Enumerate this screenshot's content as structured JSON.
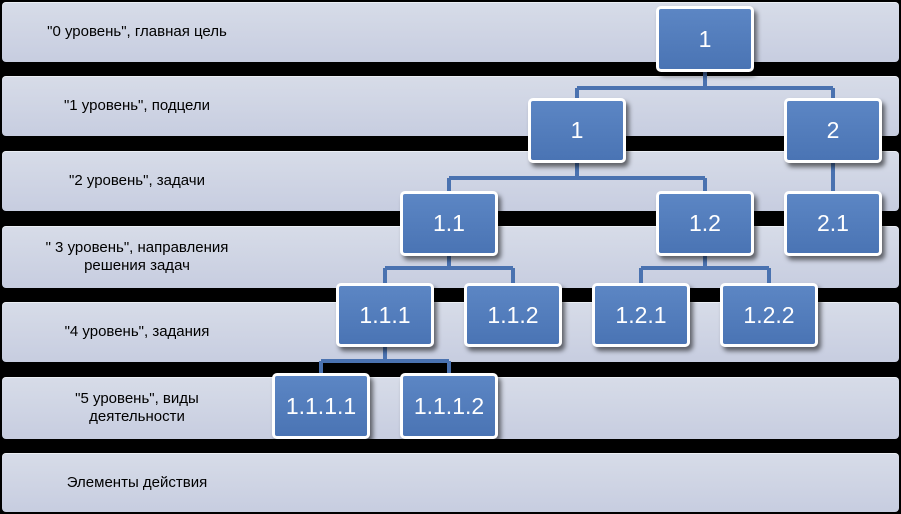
{
  "levels": [
    {
      "label": "\"0 уровень\", главная цель"
    },
    {
      "label": "\"1 уровень\", подцели"
    },
    {
      "label": "\"2 уровень\", задачи"
    },
    {
      "label": "\" 3 уровень\", направления\nрешения задач"
    },
    {
      "label": "\"4 уровень\", задания"
    },
    {
      "label": "\"5 уровень\", виды\nдеятельности"
    },
    {
      "label": "Элементы действия"
    }
  ],
  "nodes": {
    "root": "1",
    "l1_a": "1",
    "l1_b": "2",
    "l2_a": "1.1",
    "l2_b": "1.2",
    "l2_c": "2.1",
    "l3_a": "1.1.1",
    "l3_b": "1.1.2",
    "l3_c": "1.2.1",
    "l3_d": "1.2.2",
    "l4_a": "1.1.1.1",
    "l4_b": "1.1.1.2"
  },
  "colors": {
    "node_fill": "#4f7bbd",
    "connector": "#4a72b0",
    "band": "#cdd3e3",
    "background": "#000000"
  }
}
